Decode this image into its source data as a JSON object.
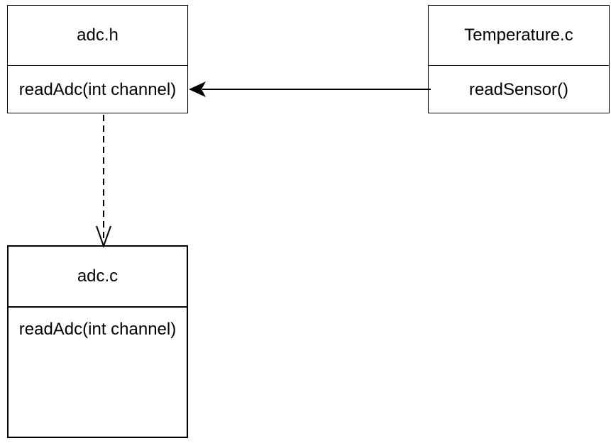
{
  "boxes": {
    "adc_h": {
      "title": "adc.h",
      "methods": [
        "readAdc(int channel)"
      ]
    },
    "temperature_c": {
      "title": "Temperature.c",
      "methods": [
        "readSensor()"
      ]
    },
    "adc_c": {
      "title": "adc.c",
      "methods": [
        "readAdc(int channel)"
      ]
    }
  },
  "connectors": [
    {
      "from": "Temperature.c",
      "to": "adc.h",
      "style": "solid",
      "arrow": "filled"
    },
    {
      "from": "adc.h",
      "to": "adc.c",
      "style": "dashed",
      "arrow": "open"
    }
  ],
  "colors": {
    "line": "#000000",
    "background": "#ffffff"
  }
}
